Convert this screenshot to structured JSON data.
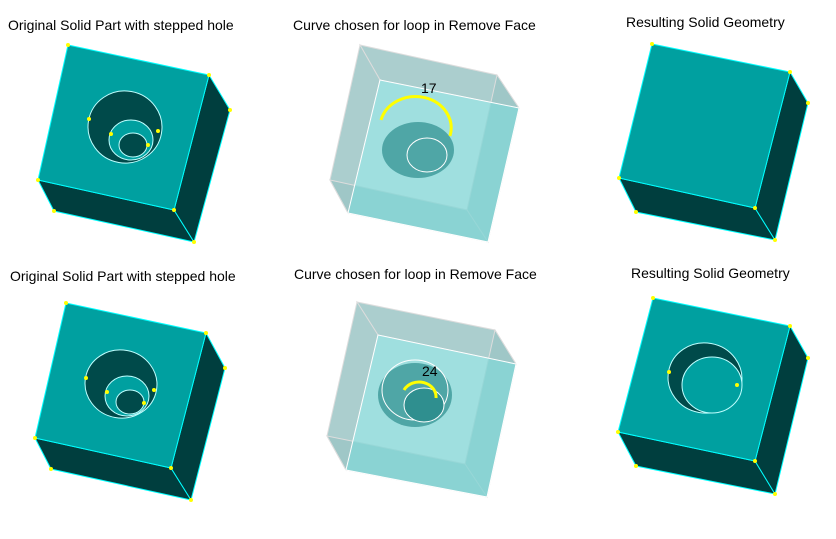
{
  "captions": {
    "r1_original": "Original Solid Part with stepped hole",
    "r1_curve": "Curve chosen for loop in Remove Face",
    "r1_result": "Resulting Solid Geometry",
    "r2_original": "Original Solid Part with stepped hole",
    "r2_curve": "Curve chosen for loop in Remove Face",
    "r2_result": "Resulting Solid Geometry"
  },
  "labels": {
    "r1_curve_id": "17",
    "r2_curve_id": "24"
  },
  "colors": {
    "top_face": "#00a0a0",
    "side_face": "#003e3e",
    "edge": "#00ffff",
    "highlight": "#ffff00",
    "vertex": "#ffff00",
    "transparent_face": "#7fd4d4",
    "transparent_side": "#9fbfbf"
  }
}
